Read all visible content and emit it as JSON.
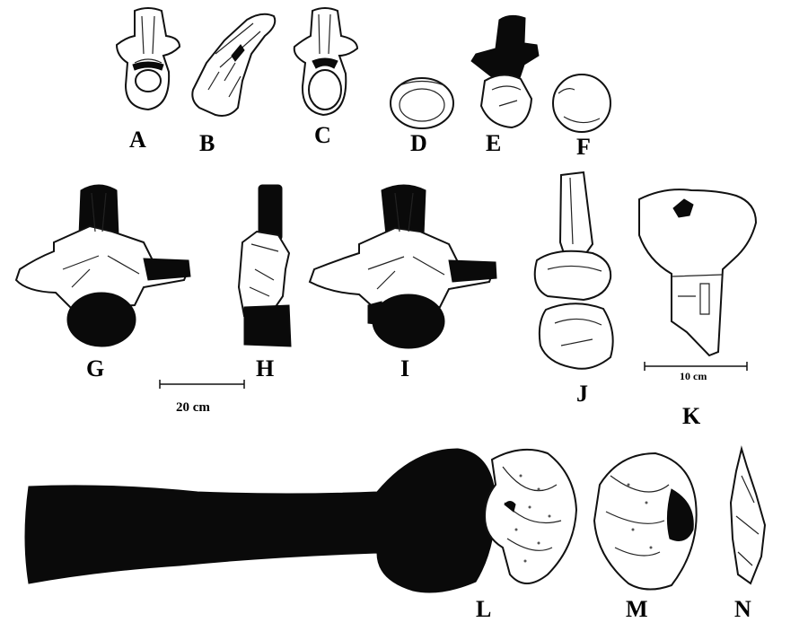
{
  "labels": {
    "a": "A",
    "b": "B",
    "c": "C",
    "d": "D",
    "e": "E",
    "f": "F",
    "g": "G",
    "h": "H",
    "i": "I",
    "j": "J",
    "k": "K",
    "l": "L",
    "m": "M",
    "n": "N"
  },
  "scale_bars": {
    "main": "20 cm",
    "small": "10 cm"
  },
  "colors": {
    "ink": "#0a0a0a",
    "paper": "#ffffff"
  }
}
